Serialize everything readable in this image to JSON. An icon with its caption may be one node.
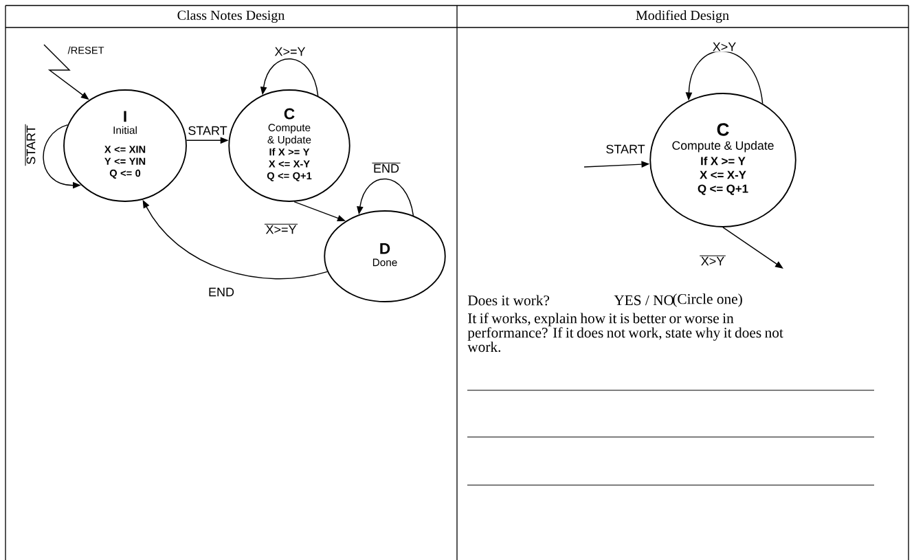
{
  "diagram": {
    "nodes": [
      {
        "text": [
          "I",
          "Initial",
          "X <= XIN",
          "Y <= YIN",
          "Q <= 0"
        ]
      },
      {
        "text": [
          "C",
          "Compute & Update",
          "If X >= Y",
          "X <= X-Y",
          "Q <= Q+1"
        ]
      },
      {
        "text": [
          "D",
          "Done"
        ]
      },
      {
        "text": [
          "C",
          "Compute & Update",
          "If X >= Y",
          "X <= X-Y",
          "Q <= Q+1"
        ]
      }
    ],
    "edges": [
      {
        "from": null,
        "to": 0,
        "arrow": "to",
        "label": "/RESET"
      },
      {
        "from": 0,
        "to": 0,
        "arrow": "to",
        "label": "START"
      },
      {
        "from": 0,
        "to": 1,
        "arrow": "to",
        "label": "START"
      },
      {
        "from": 1,
        "to": 1,
        "arrow": "to",
        "label": "X>=Y"
      },
      {
        "from": 1,
        "to": 2,
        "arrow": "to",
        "label": "X>=Y"
      },
      {
        "from": 2,
        "to": 2,
        "arrow": "to",
        "label": "END"
      },
      {
        "from": 2,
        "to": 0,
        "arrow": "to",
        "label": "END"
      },
      {
        "from": null,
        "to": 3,
        "arrow": "to",
        "label": "START"
      },
      {
        "from": 3,
        "to": 3,
        "arrow": "to",
        "label": "X>Y"
      },
      {
        "from": 3,
        "to": null,
        "arrow": "to",
        "label": "X>Y"
      }
    ],
    "labels": [
      "Class Notes Design",
      "Modified Design",
      "Does it work?",
      "YES / NO",
      "(Circle one)",
      "It if works, explain how it is better or worse in performance? If it does not work, state why it does not work."
    ]
  }
}
